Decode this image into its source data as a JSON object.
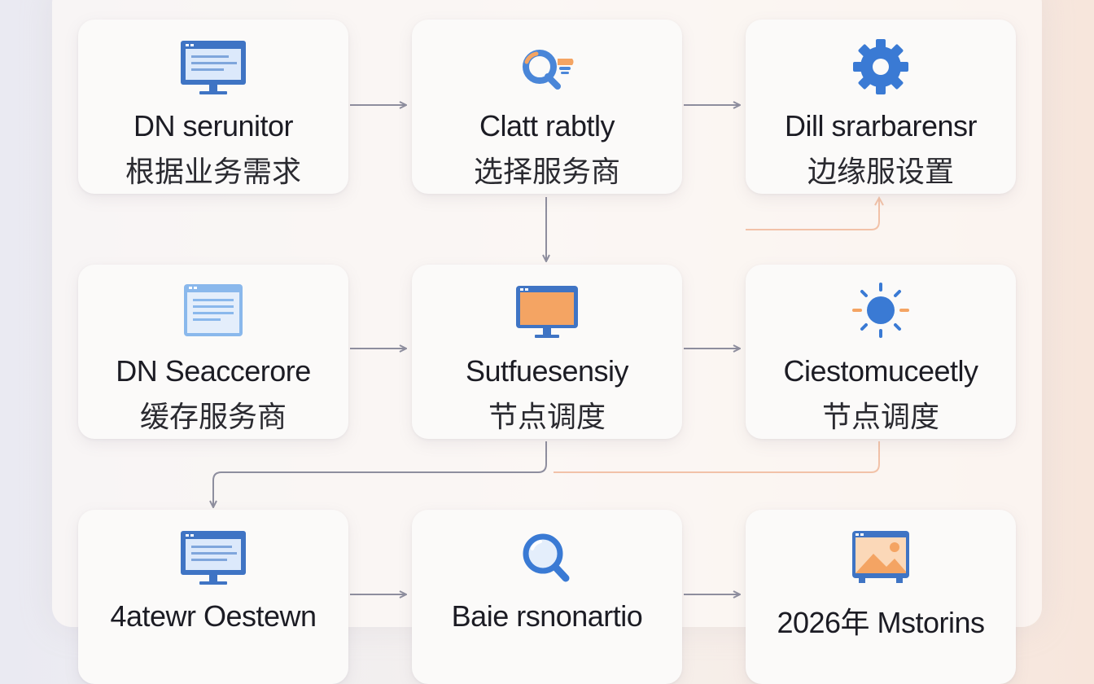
{
  "cards": [
    {
      "title": "DN serunitor",
      "subtitle": "根据业务需求",
      "icon": "monitor-icon"
    },
    {
      "title": "Clatt rabtly",
      "subtitle": "选择服务商",
      "icon": "search-cloud-icon"
    },
    {
      "title": "Dill srarbarensr",
      "subtitle": "边缘服设置",
      "icon": "gear-icon"
    },
    {
      "title": "DN Seaccerore",
      "subtitle": "缓存服务商",
      "icon": "document-window-icon"
    },
    {
      "title": "Sutfuesensiy",
      "subtitle": "节点调度",
      "icon": "orange-monitor-icon"
    },
    {
      "title": "Ciestomuceetly",
      "subtitle": "节点调度",
      "icon": "sun-icon"
    },
    {
      "title": "4atewr Oestewn",
      "subtitle": "",
      "icon": "monitor-icon"
    },
    {
      "title": "Baie rsnonartio",
      "subtitle": "",
      "icon": "magnifier-icon"
    },
    {
      "title": "2026年 Mstorins",
      "subtitle": "",
      "icon": "image-window-icon"
    }
  ],
  "colors": {
    "blue": "#3f74c4",
    "light_blue": "#8ab8ec",
    "orange": "#f4a463",
    "arrow_gray": "#8e8e9e",
    "arrow_peach": "#f2c2a8"
  }
}
